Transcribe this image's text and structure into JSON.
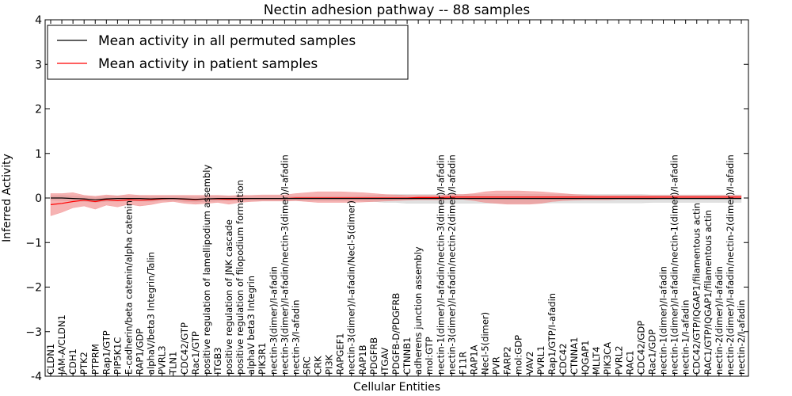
{
  "chart_data": {
    "type": "line",
    "title": "Nectin adhesion pathway -- 88 samples",
    "xlabel": "Cellular Entities",
    "ylabel": "Inferred Activity",
    "ylim": [
      -4,
      4
    ],
    "yticks": [
      "-4",
      "−3",
      "−2",
      "−1",
      "0",
      "1",
      "2",
      "3",
      "4"
    ],
    "grid": false,
    "legend_position": "top-left",
    "colors": {
      "permuted": "#000000",
      "patient": "#ff0000",
      "patient_band": "#f08080",
      "permuted_band": "#bbbbbb"
    },
    "categories": [
      "CLDN1",
      "JAM-A/CLDN1",
      "CDH1",
      "PTK2",
      "PTPRM",
      "Rap1/GTP",
      "PIP5K1C",
      "E-cadherin/beta catenin/alpha catenin",
      "RAP1/GDP",
      "alphaV/beta3 Integrin/Talin",
      "PVRL3",
      "TLN1",
      "CDC42/GTP",
      "Rac1/GTP",
      "positive regulation of lamellipodium assembly",
      "ITGB3",
      "positive regulation of JNK cascade",
      "positive regulation of filopodium formation",
      "alphaV beta3 Integrin",
      "PIK3R1",
      "nectin-3(dimer)/I-afadin",
      "nectin-3(dimer)/I-afadin/nectin-3(dimer)/I-afadin",
      "nectin-3/I-afadin",
      "SRC",
      "CRK",
      "PI3K",
      "RAPGEF1",
      "nectin-3(dimer)/I-afadin/Necl-5(dimer)",
      "RAP1B",
      "PDGFRB",
      "ITGAV",
      "PDGFB-D/PDGFRB",
      "CTNNB1",
      "adherens junction assembly",
      "mol:GTP",
      "nectin-1(dimer)/I-afadin/nectin-3(dimer)/I-afadin",
      "nectin-3(dimer)/I-afadin/nectin-2(dimer)/I-afadin",
      "F11R",
      "RAP1A",
      "Necl-5(dimer)",
      "PVR",
      "FARP2",
      "mol:GDP",
      "VAV2",
      "PVRL1",
      "Rap1/GTP/I-afadin",
      "CDC42",
      "CTNNA1",
      "IQGAP1",
      "MLLT4",
      "PIK3CA",
      "PVRL2",
      "RAC1",
      "CDC42/GDP",
      "Rac1/GDP",
      "nectin-1(dimer)/I-afadin",
      "nectin-1(dimer)/I-afadin/nectin-1(dimer)/I-afadin",
      "nectin-1/I-afadin",
      "CDC42/GTP/IQGAP1/filamentous actin",
      "RAC1/GTP/IQGAP1/filamentous actin",
      "nectin-2(dimer)/I-afadin",
      "nectin-2(dimer)/I-afadin/nectin-2(dimer)/I-afadin",
      "nectin-2/I-afadin"
    ],
    "series": [
      {
        "name": "Mean activity in all permuted samples",
        "color": "#000000",
        "values": [
          0.0,
          0.0,
          -0.01,
          -0.02,
          -0.04,
          -0.02,
          -0.01,
          -0.01,
          -0.01,
          -0.02,
          -0.01,
          -0.01,
          -0.02,
          -0.03,
          -0.02,
          -0.01,
          -0.01,
          -0.01,
          -0.01,
          -0.01,
          -0.01,
          -0.01,
          -0.01,
          -0.01,
          -0.01,
          -0.01,
          -0.01,
          -0.01,
          -0.01,
          -0.01,
          -0.01,
          -0.01,
          -0.01,
          -0.01,
          -0.01,
          -0.01,
          -0.01,
          -0.01,
          -0.01,
          -0.01,
          -0.01,
          -0.01,
          -0.01,
          -0.01,
          -0.01,
          -0.01,
          -0.01,
          -0.01,
          -0.01,
          -0.01,
          -0.01,
          -0.01,
          -0.01,
          -0.01,
          -0.01,
          -0.01,
          -0.01,
          -0.01,
          -0.01,
          -0.01,
          -0.01,
          -0.01,
          -0.01
        ],
        "lower": [
          -0.05,
          -0.06,
          -0.07,
          -0.08,
          -0.1,
          -0.08,
          -0.07,
          -0.07,
          -0.07,
          -0.08,
          -0.06,
          -0.06,
          -0.08,
          -0.09,
          -0.08,
          -0.07,
          -0.06,
          -0.06,
          -0.06,
          -0.06,
          -0.06,
          -0.06,
          -0.06,
          -0.06,
          -0.06,
          -0.06,
          -0.06,
          -0.06,
          -0.07,
          -0.08,
          -0.1,
          -0.1,
          -0.12,
          -0.12,
          -0.12,
          -0.12,
          -0.12,
          -0.12,
          -0.12,
          -0.12,
          -0.12,
          -0.12,
          -0.12,
          -0.12,
          -0.12,
          -0.11,
          -0.11,
          -0.11,
          -0.11,
          -0.11,
          -0.11,
          -0.11,
          -0.11,
          -0.11,
          -0.1,
          -0.1,
          -0.1,
          -0.1,
          -0.1,
          -0.1,
          -0.1,
          -0.1,
          -0.1
        ],
        "upper": [
          0.05,
          0.06,
          0.05,
          0.04,
          0.02,
          0.04,
          0.05,
          0.05,
          0.05,
          0.04,
          0.04,
          0.04,
          0.04,
          0.03,
          0.04,
          0.05,
          0.04,
          0.04,
          0.04,
          0.04,
          0.04,
          0.04,
          0.04,
          0.04,
          0.04,
          0.04,
          0.04,
          0.04,
          0.05,
          0.06,
          0.07,
          0.08,
          0.08,
          0.08,
          0.08,
          0.08,
          0.08,
          0.08,
          0.08,
          0.08,
          0.08,
          0.08,
          0.08,
          0.08,
          0.08,
          0.08,
          0.08,
          0.08,
          0.08,
          0.08,
          0.08,
          0.08,
          0.08,
          0.08,
          0.07,
          0.07,
          0.07,
          0.07,
          0.07,
          0.07,
          0.07,
          0.07,
          0.07
        ]
      },
      {
        "name": "Mean activity in patient samples",
        "color": "#ff0000",
        "values": [
          -0.15,
          -0.12,
          -0.08,
          -0.05,
          -0.08,
          -0.04,
          -0.06,
          -0.04,
          -0.05,
          -0.04,
          -0.02,
          -0.01,
          -0.03,
          -0.04,
          -0.02,
          -0.02,
          -0.03,
          -0.02,
          -0.01,
          -0.01,
          -0.01,
          -0.01,
          0.0,
          0.0,
          0.0,
          0.0,
          0.0,
          0.0,
          0.0,
          0.0,
          0.0,
          0.0,
          0.0,
          0.01,
          0.01,
          0.01,
          0.02,
          0.02,
          0.02,
          0.02,
          0.02,
          0.02,
          0.02,
          0.02,
          0.02,
          0.02,
          0.02,
          0.02,
          0.02,
          0.02,
          0.02,
          0.02,
          0.02,
          0.02,
          0.02,
          0.02,
          0.02,
          0.02,
          0.02,
          0.02,
          0.02,
          0.02,
          0.02
        ],
        "lower": [
          -0.4,
          -0.32,
          -0.22,
          -0.18,
          -0.25,
          -0.16,
          -0.2,
          -0.14,
          -0.18,
          -0.15,
          -0.1,
          -0.08,
          -0.12,
          -0.14,
          -0.12,
          -0.1,
          -0.14,
          -0.1,
          -0.08,
          -0.07,
          -0.07,
          -0.07,
          -0.06,
          -0.08,
          -0.1,
          -0.1,
          -0.1,
          -0.1,
          -0.09,
          -0.08,
          -0.07,
          -0.06,
          -0.05,
          -0.04,
          -0.04,
          -0.04,
          -0.03,
          -0.03,
          -0.06,
          -0.1,
          -0.12,
          -0.14,
          -0.14,
          -0.14,
          -0.12,
          -0.08,
          -0.06,
          -0.05,
          -0.04,
          -0.04,
          -0.04,
          -0.03,
          -0.03,
          -0.03,
          -0.03,
          -0.02,
          -0.02,
          -0.02,
          -0.02,
          -0.02,
          -0.02,
          -0.02,
          -0.02
        ],
        "upper": [
          0.1,
          0.1,
          0.12,
          0.06,
          0.04,
          0.07,
          0.05,
          0.08,
          0.06,
          0.06,
          0.06,
          0.06,
          0.06,
          0.06,
          0.06,
          0.06,
          0.05,
          0.06,
          0.06,
          0.07,
          0.07,
          0.07,
          0.1,
          0.12,
          0.14,
          0.14,
          0.14,
          0.13,
          0.12,
          0.1,
          0.08,
          0.07,
          0.06,
          0.06,
          0.06,
          0.06,
          0.08,
          0.08,
          0.1,
          0.14,
          0.16,
          0.16,
          0.16,
          0.15,
          0.14,
          0.12,
          0.1,
          0.08,
          0.07,
          0.06,
          0.06,
          0.06,
          0.06,
          0.06,
          0.06,
          0.06,
          0.06,
          0.06,
          0.06,
          0.06,
          0.06,
          0.06,
          0.06
        ]
      }
    ]
  }
}
